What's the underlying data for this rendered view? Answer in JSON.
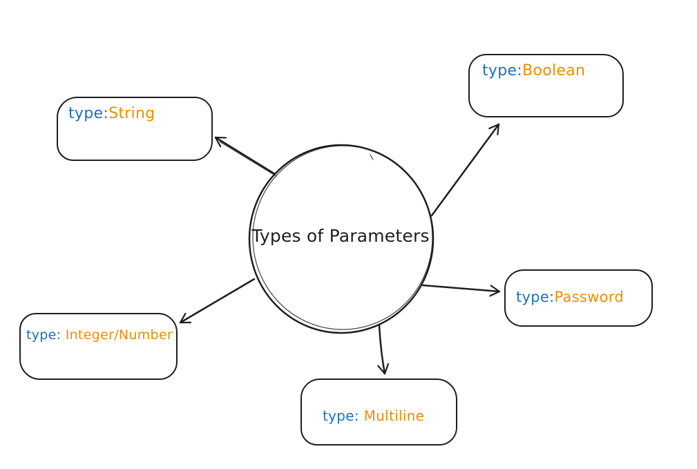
{
  "diagram": {
    "center": {
      "label": "Types of Parameters"
    },
    "nodes": [
      {
        "id": "string",
        "prefix": "type:",
        "value": "String"
      },
      {
        "id": "boolean",
        "prefix": "type:",
        "value": "Boolean"
      },
      {
        "id": "password",
        "prefix": "type:",
        "value": "Password"
      },
      {
        "id": "integer",
        "prefix": "type: ",
        "value": "Integer/Number"
      },
      {
        "id": "multiline",
        "prefix": "type: ",
        "value": "Multiline"
      }
    ],
    "edges": [
      {
        "from": "center",
        "to": "string"
      },
      {
        "from": "center",
        "to": "boolean"
      },
      {
        "from": "center",
        "to": "password"
      },
      {
        "from": "center",
        "to": "integer"
      },
      {
        "from": "center",
        "to": "multiline"
      }
    ],
    "colors": {
      "stroke": "#1e1e1e",
      "type_prefix": "#1971c2",
      "type_value": "#f08c00",
      "background": "#ffffff"
    }
  }
}
